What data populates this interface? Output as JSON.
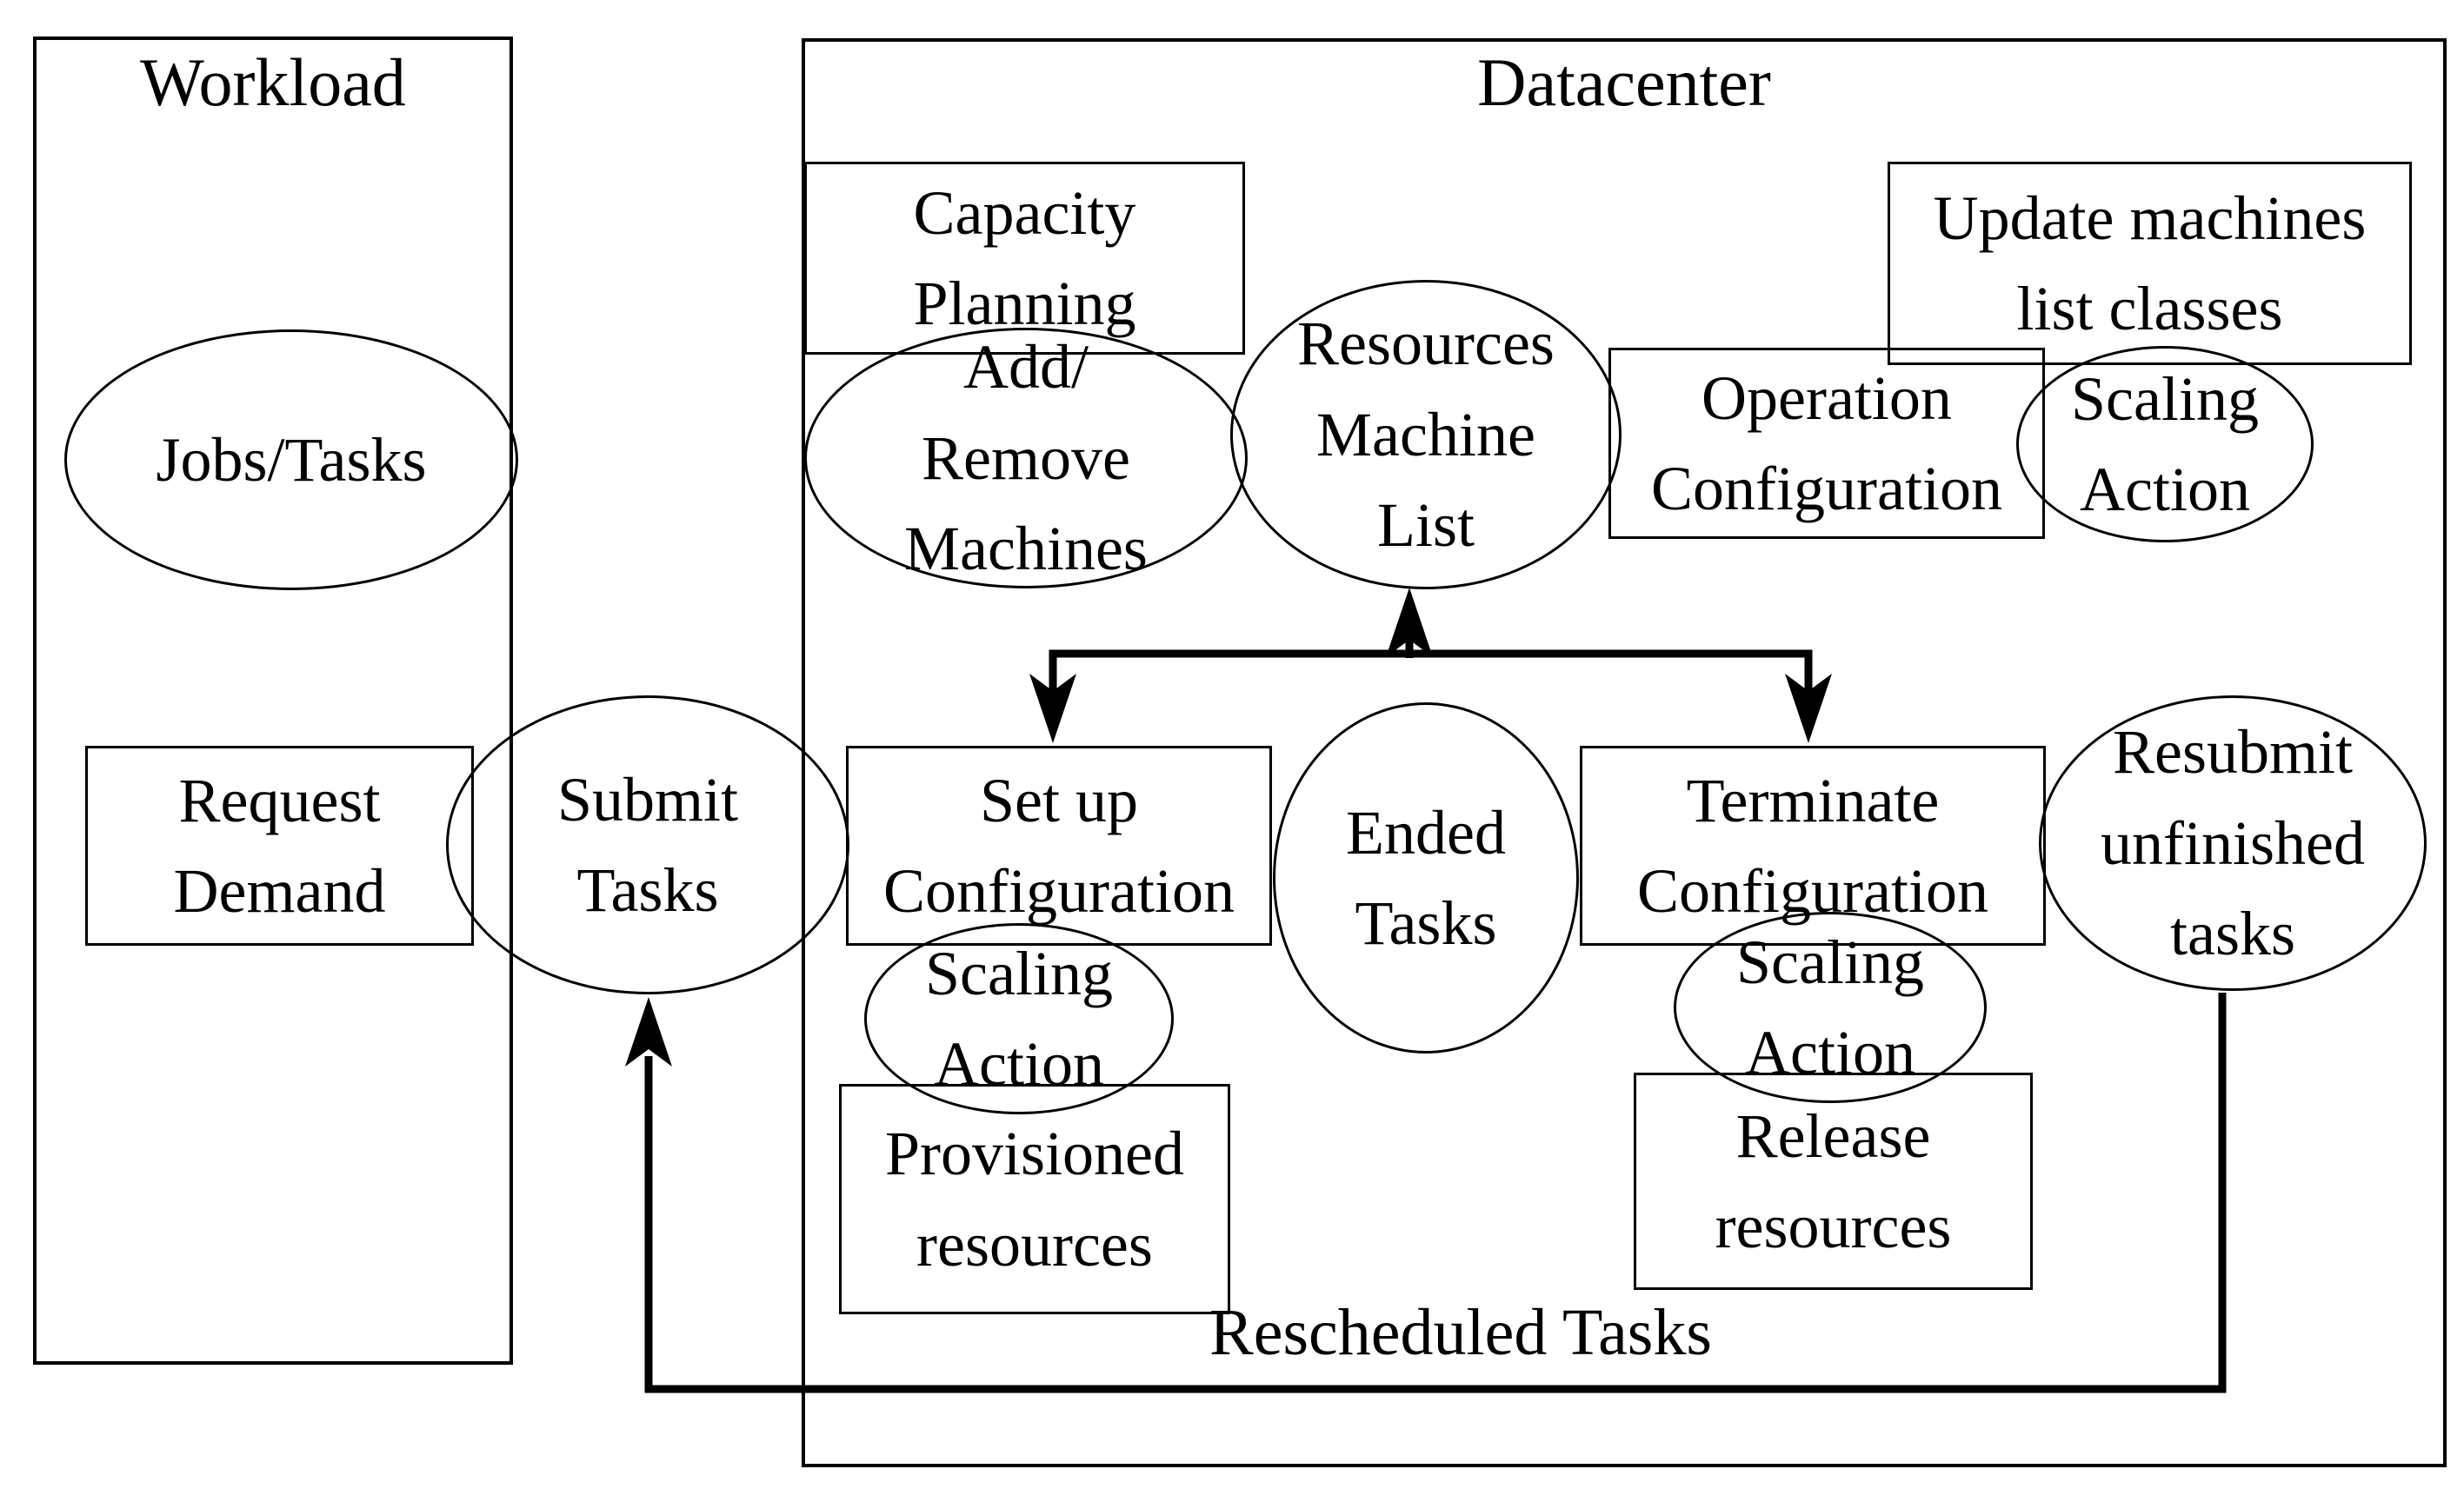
{
  "diagram": {
    "colors": {
      "stroke": "#000000",
      "background": "#ffffff"
    },
    "workload": {
      "title": "Workload"
    },
    "datacenter": {
      "title": "Datacenter"
    },
    "nodes": {
      "jobs_tasks": {
        "shape": "ellipse",
        "label": "Jobs/Tasks"
      },
      "request_demand": {
        "shape": "rect",
        "label": "Request\nDemand"
      },
      "submit_tasks": {
        "shape": "ellipse",
        "label": "Submit\nTasks"
      },
      "capacity_planning": {
        "shape": "rect",
        "label": "Capacity\nPlanning"
      },
      "add_remove_machines": {
        "shape": "ellipse",
        "label": "Add/\nRemove\nMachines"
      },
      "resources_machine_list": {
        "shape": "ellipse",
        "label": "Resources\nMachine\nList"
      },
      "operation_configuration": {
        "shape": "rect",
        "label": "Operation\nConfiguration"
      },
      "update_machines_list_classes": {
        "shape": "rect",
        "label": "Update machines\nlist classes"
      },
      "scaling_action_top": {
        "shape": "ellipse",
        "label": "Scaling\nAction"
      },
      "set_up_configuration": {
        "shape": "rect",
        "label": "Set up\nConfiguration"
      },
      "ended_tasks": {
        "shape": "ellipse",
        "label": "Ended\nTasks"
      },
      "terminate_configuration": {
        "shape": "rect",
        "label": "Terminate\nConfiguration"
      },
      "resubmit_unfinished_tasks": {
        "shape": "ellipse",
        "label": "Resubmit\nunfinished\ntasks"
      },
      "scaling_action_left": {
        "shape": "ellipse",
        "label": "Scaling\nAction"
      },
      "provisioned_resources": {
        "shape": "rect",
        "label": "Provisioned\nresources"
      },
      "scaling_action_right": {
        "shape": "ellipse",
        "label": "Scaling\nAction"
      },
      "release_resources": {
        "shape": "rect",
        "label": "Release\nresources"
      }
    },
    "edges": [
      {
        "id": "machine-list-tee",
        "type": "tee-connector",
        "arrows_to": [
          "resources_machine_list",
          "set_up_configuration",
          "terminate_configuration"
        ],
        "label": ""
      },
      {
        "id": "rescheduled-feedback",
        "type": "orthogonal",
        "from": "resubmit_unfinished_tasks",
        "to": "submit_tasks",
        "label": "Rescheduled Tasks"
      }
    ]
  }
}
